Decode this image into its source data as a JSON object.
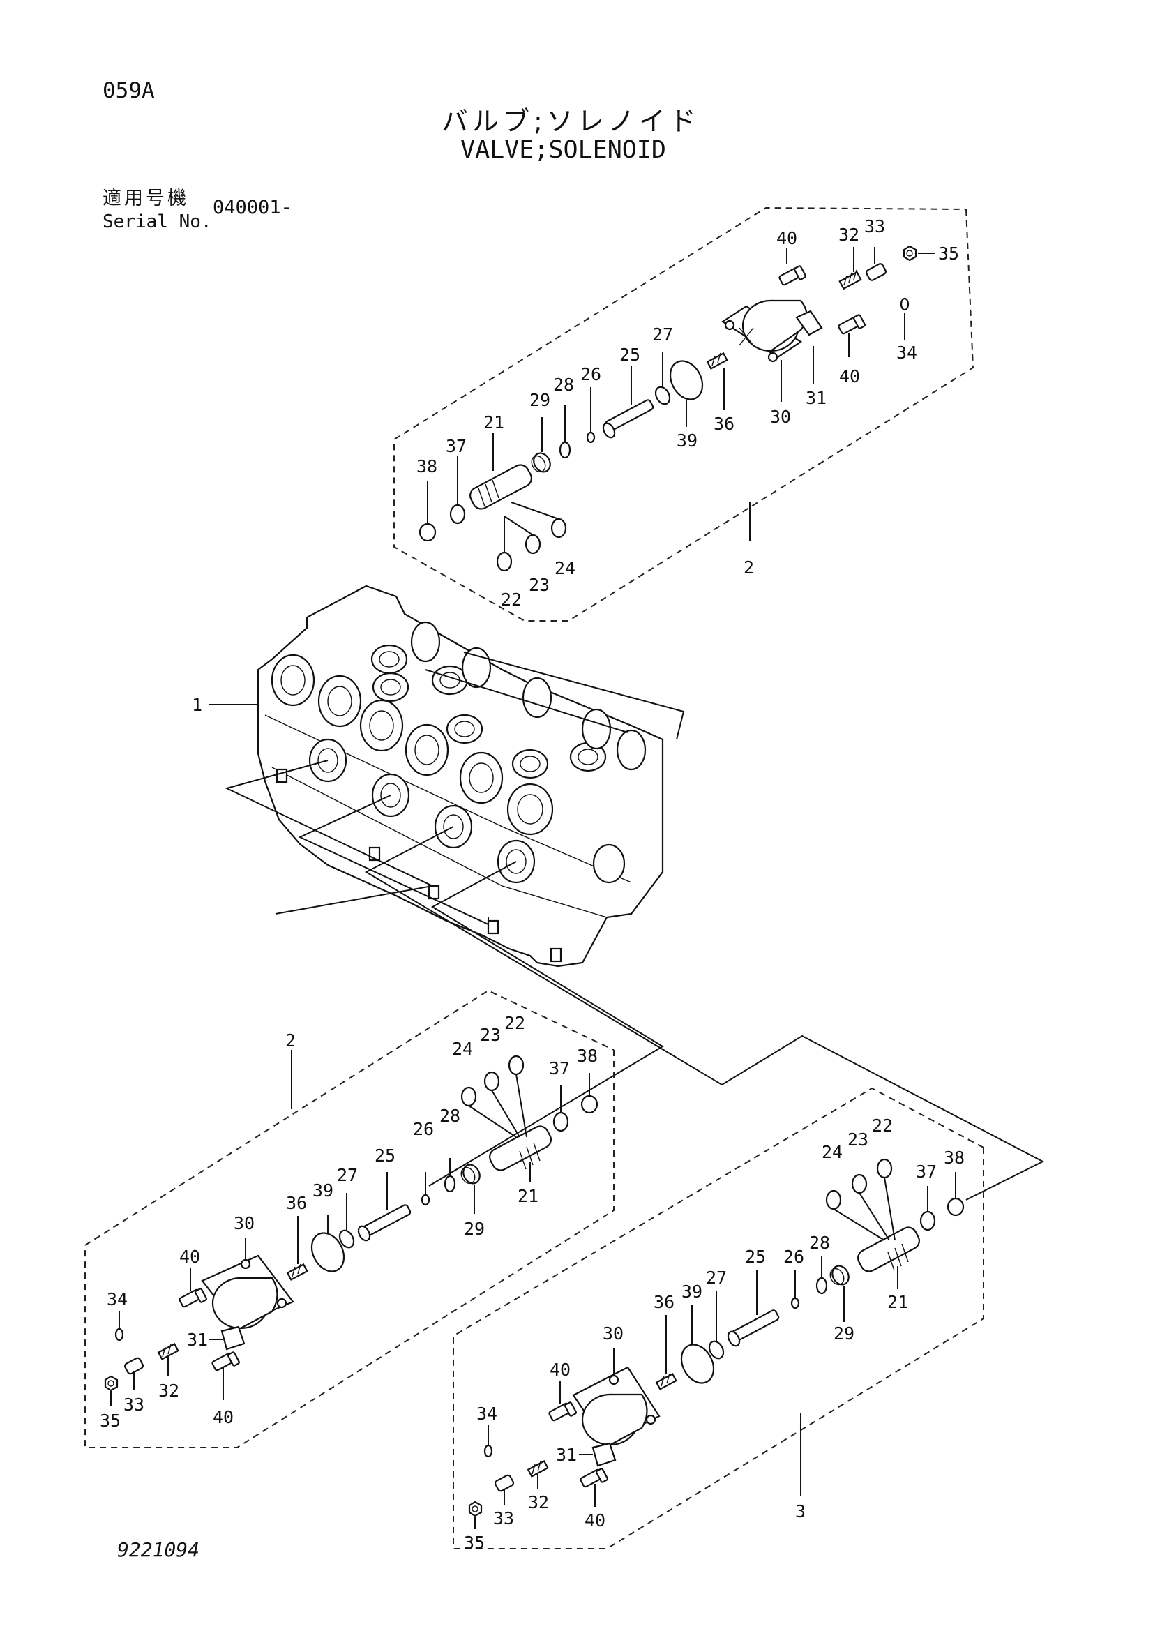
{
  "header": {
    "page_code": "059A",
    "title_jp": "バルブ;ソレノイド",
    "title_en": "VALVE;SOLENOID"
  },
  "serial": {
    "label_jp": "適用号機",
    "label_en": "Serial No.",
    "value": "040001-"
  },
  "footer": {
    "drawing_number": "9221094"
  },
  "callouts": {
    "main": {
      "n1": "1"
    },
    "top": {
      "n40a": "40",
      "n32": "32",
      "n33": "33",
      "n35": "35",
      "n34": "34",
      "n40b": "40",
      "n31": "31",
      "n30": "30",
      "n36": "36",
      "n39": "39",
      "n27": "27",
      "n25": "25",
      "n26": "26",
      "n28": "28",
      "n29": "29",
      "n21": "21",
      "n37": "37",
      "n38": "38",
      "n22": "22",
      "n23": "23",
      "n24": "24",
      "assy": "2"
    },
    "left": {
      "assy": "2",
      "n24": "24",
      "n23": "23",
      "n22": "22",
      "n37": "37",
      "n38": "38",
      "n26": "26",
      "n28": "28",
      "n25": "25",
      "n27": "27",
      "n39": "39",
      "n36": "36",
      "n30": "30",
      "n21": "21",
      "n29": "29",
      "n40a": "40",
      "n34": "34",
      "n31": "31",
      "n33": "33",
      "n32": "32",
      "n35": "35",
      "n40b": "40"
    },
    "right": {
      "n24": "24",
      "n23": "23",
      "n22": "22",
      "n37": "37",
      "n38": "38",
      "n28": "28",
      "n26": "26",
      "n25": "25",
      "n27": "27",
      "n39": "39",
      "n36": "36",
      "n30": "30",
      "n21": "21",
      "n29": "29",
      "n40a": "40",
      "n34": "34",
      "n31": "31",
      "n33": "33",
      "n32": "32",
      "n35": "35",
      "n40b": "40",
      "assy": "3"
    }
  }
}
